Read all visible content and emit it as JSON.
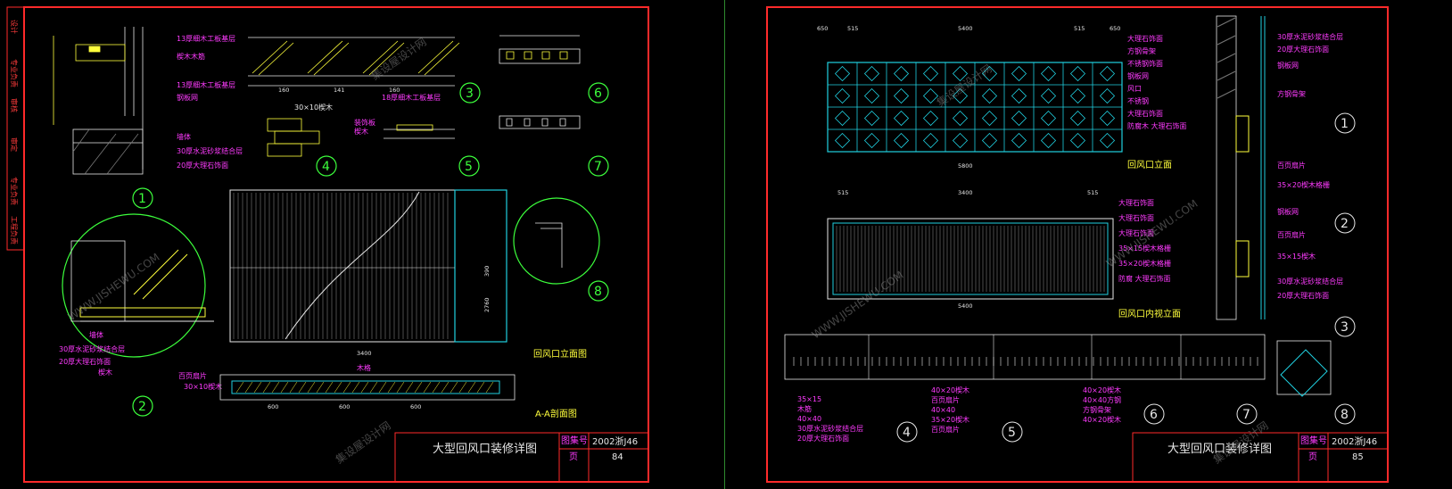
{
  "colors": {
    "background": "#000000",
    "frame": "#ff2a2a",
    "line": "#e8e8e8",
    "cyan": "#20d0e0",
    "magenta": "#ff3bff",
    "green": "#3cff3c",
    "yellow": "#ffff3c"
  },
  "left_sheet": {
    "side_strip": [
      "设计",
      "专业负责",
      "审核",
      "审定",
      "专业负责",
      "工程负责"
    ],
    "title_block": {
      "title": "大型回风口装修详图",
      "atlas_label": "图集号",
      "atlas_no": "2002浙J46",
      "page_label": "页",
      "page_no": "84"
    },
    "callouts": [
      "1",
      "2",
      "3",
      "4",
      "5",
      "6",
      "7",
      "8"
    ],
    "view_titles": {
      "elevation": "回风口立面图",
      "section": "A-A剖面图"
    },
    "labels": {
      "d1": [
        "13厚细木工板基层",
        "楔木木筋",
        "13厚细木工板基层",
        "钢板网",
        "墙体",
        "30厚水泥砂浆结合层",
        "20厚大理石饰面"
      ],
      "d2": [
        "墙体",
        "30厚水泥砂浆结合层",
        "20厚大理石饰面",
        "百页扇片",
        "30×10楔木",
        "楔木"
      ],
      "d3": [
        "18厚细木工板基层"
      ],
      "d4": [
        "30×10楔木"
      ],
      "d5": [
        "装饰板",
        "楔木"
      ],
      "section": [
        "木格"
      ]
    },
    "dims": {
      "d3_top": [
        "160",
        "141",
        "160"
      ],
      "elevation_bottom": "3400",
      "elevation_right": [
        "390",
        "2760"
      ],
      "section_bottom": [
        "600",
        "600",
        "600"
      ]
    }
  },
  "right_sheet": {
    "title_block": {
      "title": "大型回风口装修详图",
      "atlas_label": "图集号",
      "atlas_no": "2002浙J46",
      "page_label": "页",
      "page_no": "85"
    },
    "callouts": [
      "1",
      "2",
      "3",
      "4",
      "5",
      "6",
      "7",
      "8"
    ],
    "view_titles": {
      "elevation": "回风口立面",
      "inner": "回风口内视立面"
    },
    "labels": {
      "elev": [
        "大理石饰面",
        "方钢骨架",
        "不锈钢饰面",
        "钢板网",
        "风口",
        "不锈钢",
        "大理石饰面",
        "防腐木 大理石饰面"
      ],
      "inner": [
        "大理石饰面",
        "大理石饰面",
        "大理石饰面",
        "35×15楔木格栅",
        "35×20楔木格栅",
        "防腐 大理石饰面"
      ],
      "side": [
        "30厚水泥砂浆结合层",
        "20厚大理石饰面",
        "钢板网",
        "方钢骨架",
        "百页扇片",
        "35×20楔木格栅",
        "钢板网",
        "百页扇片",
        "35×15楔木",
        "30厚水泥砂浆结合层",
        "20厚大理石饰面"
      ],
      "bottom4": [
        "35×15",
        "木筋",
        "40×40",
        "30厚水泥砂浆结合层",
        "20厚大理石饰面"
      ],
      "bottom5": [
        "40×20楔木",
        "百页扇片",
        "40×40",
        "35×20楔木",
        "百页扇片"
      ],
      "bottom6": [
        "40×20楔木",
        "40×40方钢",
        "方钢骨架",
        "40×20楔木"
      ]
    },
    "dims": {
      "elev_top": [
        "650",
        "515",
        "5400",
        "515",
        "650"
      ],
      "elev_bottom": "5800",
      "inner_top": [
        "515",
        "3400",
        "515"
      ],
      "inner_bottom": "5400"
    }
  },
  "watermark": "集设屋设计网",
  "watermark_url": "WWW.JISHEWU.COM"
}
